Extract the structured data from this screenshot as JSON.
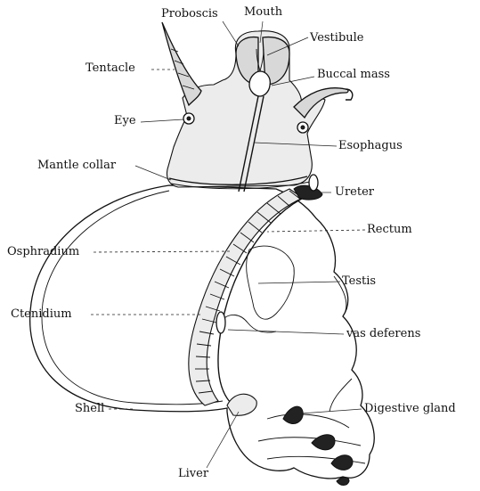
{
  "labels": {
    "proboscis": "Proboscis",
    "mouth": "Mouth",
    "vestibule": "Vestibule",
    "tentacle": "Tentacle",
    "buccal_mass": "Buccal mass",
    "eye": "Eye",
    "esophagus": "Esophagus",
    "mantle_collar": "Mantle collar",
    "ureter": "Ureter",
    "rectum": "Rectum",
    "osphradium": "Osphradium",
    "testis": "Testis",
    "ctenidium": "Ctenidium",
    "vas_deferens": "vas deferens",
    "shell": "Shell",
    "digestive_gland": "Digestive gland",
    "liver": "Liver"
  }
}
